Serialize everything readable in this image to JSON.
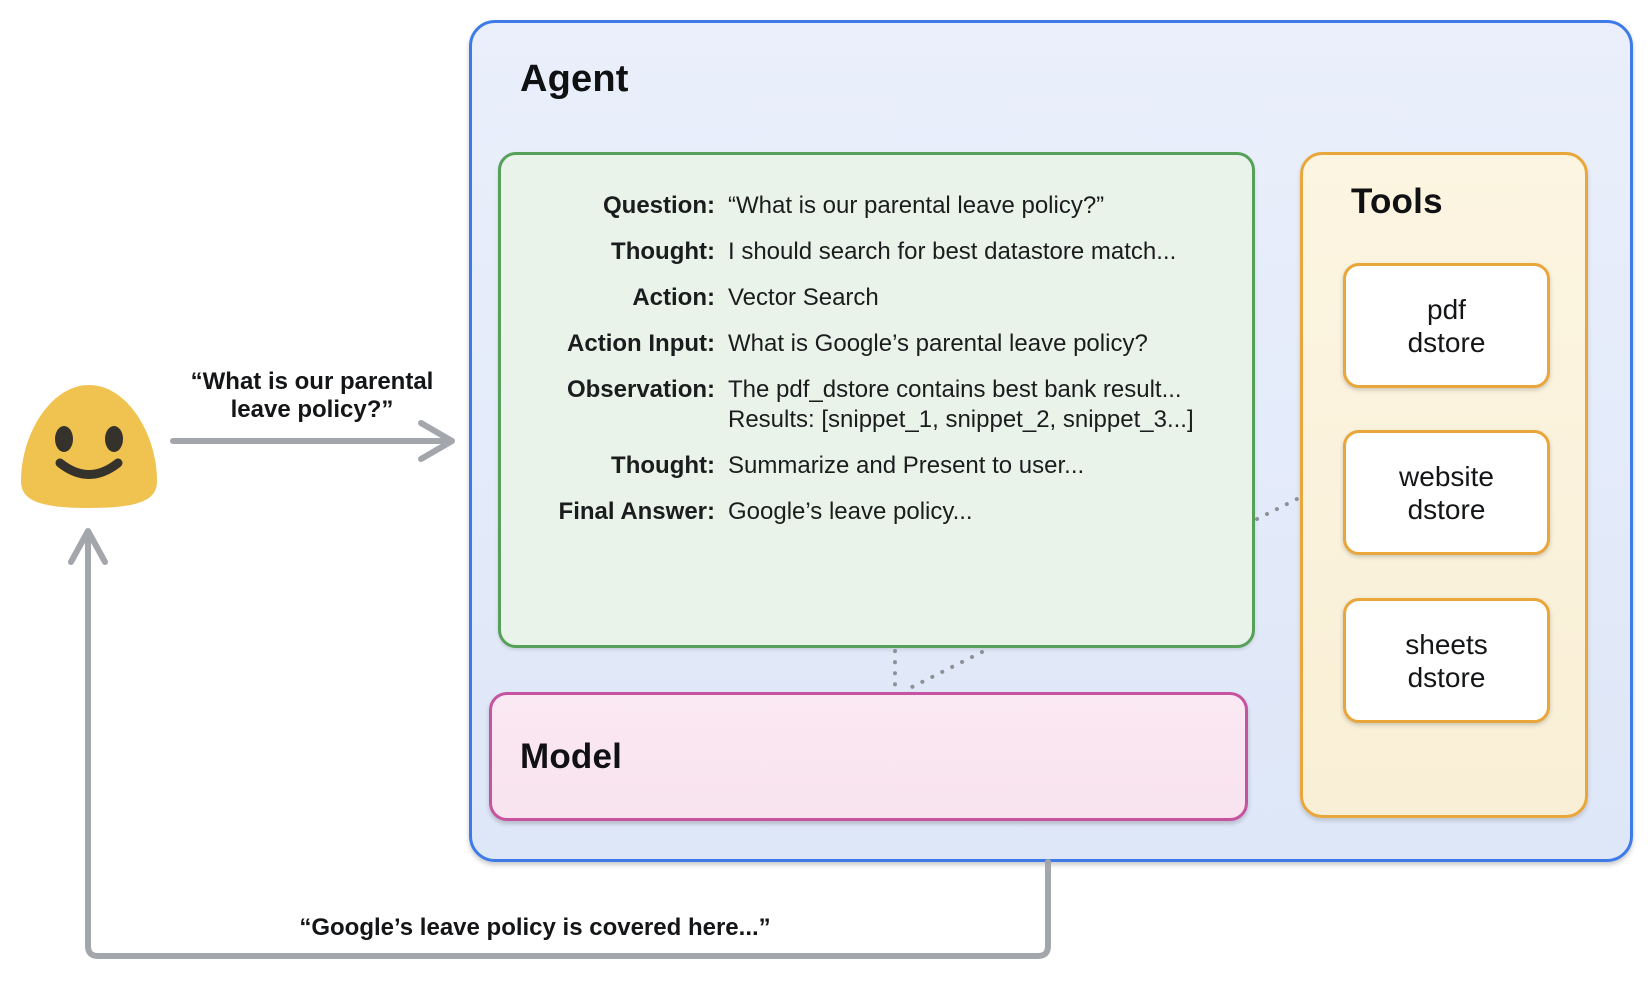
{
  "user": {
    "icon": "smiling-blob-emoji",
    "query_label": "“What is our parental\nleave policy?”",
    "response_label": "“Google’s leave policy is covered here...”"
  },
  "agent": {
    "title": "Agent",
    "transcript": {
      "rows": [
        {
          "label": "Question:",
          "text": "“What is our parental leave policy?”"
        },
        {
          "label": "Thought:",
          "text": "I should search for best datastore match..."
        },
        {
          "label": "Action:",
          "text": "Vector Search"
        },
        {
          "label": "Action Input:",
          "text": "What is Google’s parental leave policy?"
        },
        {
          "label": "Observation:",
          "text": "The pdf_dstore contains best bank result...",
          "text2": "Results: [snippet_1, snippet_2, snippet_3...]"
        },
        {
          "label": "Thought:",
          "text": "Summarize and Present to user..."
        },
        {
          "label": "Final Answer:",
          "text": "Google’s leave policy..."
        }
      ]
    },
    "model": {
      "title": "Model"
    },
    "tools": {
      "title": "Tools",
      "items": [
        {
          "label": "pdf\ndstore"
        },
        {
          "label": "website\ndstore"
        },
        {
          "label": "sheets\ndstore"
        }
      ]
    }
  },
  "colors": {
    "agent-border": "#3E7BE8",
    "green-border": "#57A05A",
    "tools-border": "#E9A63A",
    "model-border": "#C6539F",
    "arrow-gray": "#A3A7AB",
    "dot-gray": "#8E9296",
    "blob-yellow": "#F0C24F",
    "blob-feature": "#35322B"
  }
}
